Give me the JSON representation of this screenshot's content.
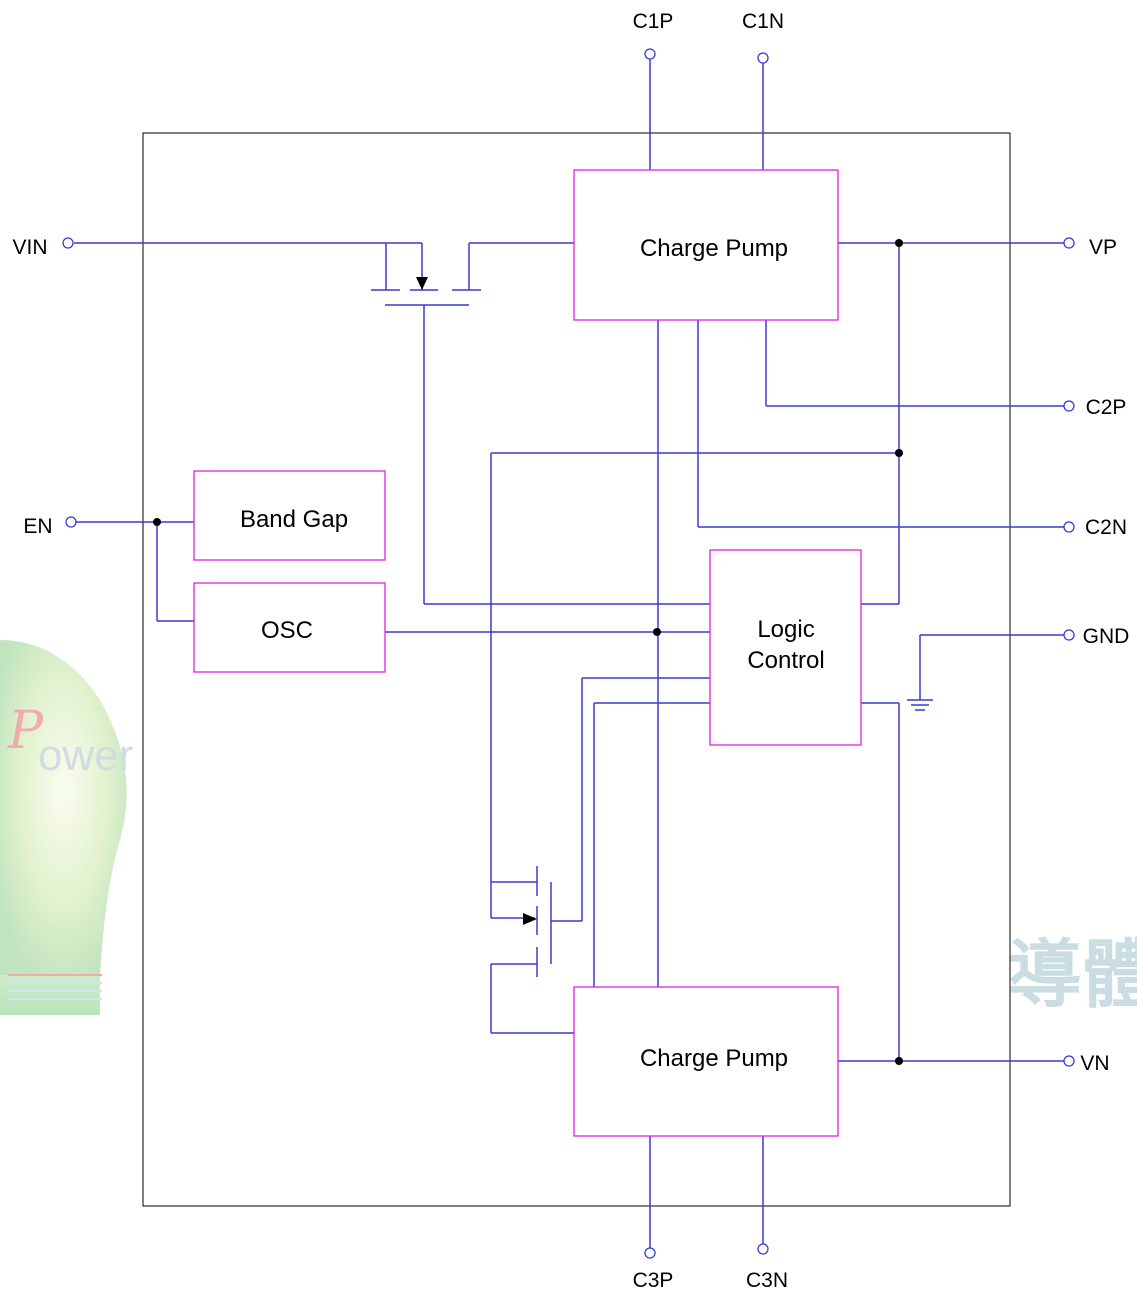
{
  "colors": {
    "wire": "#3a3ad6",
    "block_border": "#e020e0",
    "outline": "#000000",
    "text": "#000000"
  },
  "pins": {
    "c1p": "C1P",
    "c1n": "C1N",
    "vin": "VIN",
    "vp": "VP",
    "c2p": "C2P",
    "en": "EN",
    "c2n": "C2N",
    "gnd": "GND",
    "vn": "VN",
    "c3p": "C3P",
    "c3n": "C3N"
  },
  "blocks": {
    "charge_pump_top": "Charge Pump",
    "band_gap": "Band Gap",
    "osc": "OSC",
    "logic_control_line1": "Logic",
    "logic_control_line2": "Control",
    "charge_pump_bottom": "Charge Pump"
  },
  "watermark": {
    "left_text": "ower",
    "right_text": "導體"
  }
}
